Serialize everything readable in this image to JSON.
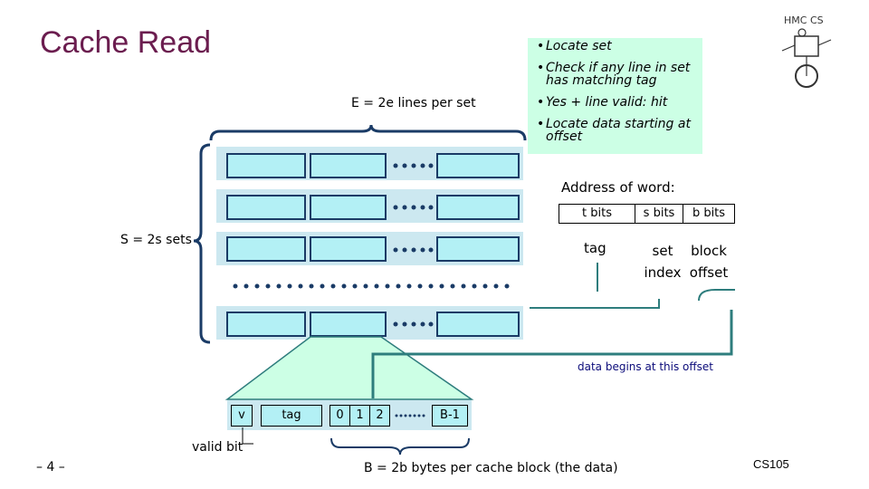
{
  "title": "Cache Read",
  "callout": {
    "items": [
      "Locate set",
      "Check if any line in set has matching tag",
      "Yes + line valid: hit",
      "Locate data starting at offset"
    ]
  },
  "labels": {
    "lines_per_set": "E = 2e lines per set",
    "sets": "S = 2s sets",
    "address_of_word": "Address of word:",
    "t_bits": "t bits",
    "s_bits": "s bits",
    "b_bits": "b bits",
    "tag": "tag",
    "set_index": "set index",
    "block_offset": "block offset",
    "data_begins": "data begins at this offset",
    "valid_bit": "valid bit",
    "bytes_per_block": "B = 2b bytes per cache block (the data)",
    "page_number": "– 4 –",
    "course": "CS105"
  },
  "line_detail": {
    "v": "v",
    "tag": "tag",
    "byte0": "0",
    "byte1": "1",
    "byte2": "2",
    "byte_last": "B-1"
  },
  "logo_text": "HMC CS",
  "colors": {
    "title": "#6b1d4f",
    "callout_bg": "#ccffe5",
    "cell": "#b3f0f5",
    "cell_border": "#1a3b66",
    "row_bg": "#cce8f0",
    "connector": "#2e7d7d"
  }
}
